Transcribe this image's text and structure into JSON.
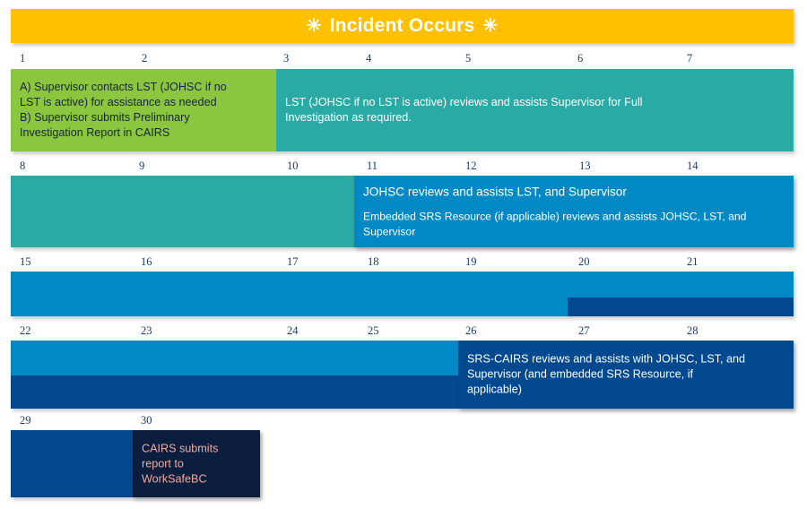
{
  "title": {
    "text": "Incident Occurs",
    "star_glyph": "✳",
    "bg_color": "#FFC000",
    "text_color": "#FFFFFF"
  },
  "palette": {
    "green": "#8CC63F",
    "teal": "#2BA9A4",
    "blue": "#0089C4",
    "dark_blue": "#00498F",
    "navy": "#0B1E3D",
    "amber": "#FFC000",
    "number_color": "#1F3864",
    "pink_text": "#F4A9A0"
  },
  "rows": [
    {
      "name": "days-1-7",
      "days": [
        "1",
        "2",
        "3",
        "4",
        "5",
        "6",
        "7"
      ],
      "segments": [
        {
          "name": "supervisor-actions",
          "color": "#8CC63F",
          "text_color": "#16233B",
          "lines": [
            "A) Supervisor contacts LST (JOHSC if no",
            "LST is active) for assistance as needed",
            "B) Supervisor submits Preliminary",
            "Investigation Report in CAIRS"
          ]
        },
        {
          "name": "lst-reviews",
          "color": "#2BA9A4",
          "text_color": "#FFFFFF",
          "lines": [
            "LST (JOHSC if no LST is active) reviews and assists Supervisor for Full",
            "Investigation as required."
          ]
        }
      ]
    },
    {
      "name": "days-8-14",
      "days": [
        "8",
        "9",
        "10",
        "11",
        "12",
        "13",
        "14"
      ],
      "segments": [
        {
          "name": "teal-continuation",
          "color": "#2BA9A4",
          "text_color": "#FFFFFF",
          "lines": []
        },
        {
          "name": "johsc-reviews",
          "color": "#0089C4",
          "text_color": "#FFFFFF",
          "paragraphs": [
            "JOHSC reviews and assists LST, and Supervisor",
            "Embedded SRS Resource (if applicable) reviews and assists JOHSC, LST, and Supervisor"
          ]
        }
      ]
    },
    {
      "name": "days-15-21",
      "days": [
        "15",
        "16",
        "17",
        "18",
        "19",
        "20",
        "21"
      ],
      "segments": [
        {
          "name": "blue-continuation",
          "color": "#0089C4",
          "text_color": "#FFFFFF",
          "lines": []
        },
        {
          "name": "dark-blue-start",
          "color": "#00498F",
          "text_color": "#FFFFFF",
          "lines": []
        }
      ]
    },
    {
      "name": "days-22-28",
      "days": [
        "22",
        "23",
        "24",
        "25",
        "26",
        "27",
        "28"
      ],
      "segments": [
        {
          "name": "blue-continuation-lower",
          "color": "#0089C4",
          "text_color": "#FFFFFF",
          "lines": []
        },
        {
          "name": "dark-blue-continuation",
          "color": "#00498F",
          "text_color": "#FFFFFF",
          "lines": []
        },
        {
          "name": "srs-cairs-reviews",
          "color": "#00498F",
          "text_color": "#FFFFFF",
          "lines": [
            "SRS-CAIRS reviews and assists with JOHSC, LST, and",
            "Supervisor (and embedded SRS Resource, if",
            "applicable)"
          ]
        }
      ]
    },
    {
      "name": "days-29-30",
      "days": [
        "29",
        "30"
      ],
      "segments": [
        {
          "name": "dark-blue-tail",
          "color": "#00498F",
          "text_color": "#FFFFFF",
          "lines": []
        },
        {
          "name": "cairs-submits-report",
          "color": "#0B1E3D",
          "text_color": "#F4A9A0",
          "lines": [
            "CAIRS submits",
            "report to",
            "WorkSafeBC"
          ]
        }
      ]
    }
  ]
}
